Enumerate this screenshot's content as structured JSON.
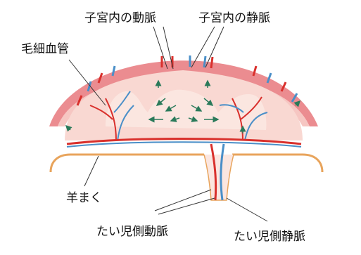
{
  "labels": {
    "uterine_artery": "子宮内の動脈",
    "uterine_vein": "子宮内の静脈",
    "capillary": "毛細血管",
    "amnion": "羊まく",
    "fetal_artery": "たい児側動脈",
    "fetal_vein": "たい児側静脈"
  },
  "colors": {
    "uterine_wall": "#e8787c",
    "uterine_wall_light": "#f6c6c2",
    "placenta_tissue": "#f9d8d2",
    "placenta_space": "#fbe6e0",
    "artery": "#d9302c",
    "vein": "#4a8fc8",
    "amnion_line": "#e8a45c",
    "arrow": "#2a7a5a"
  }
}
